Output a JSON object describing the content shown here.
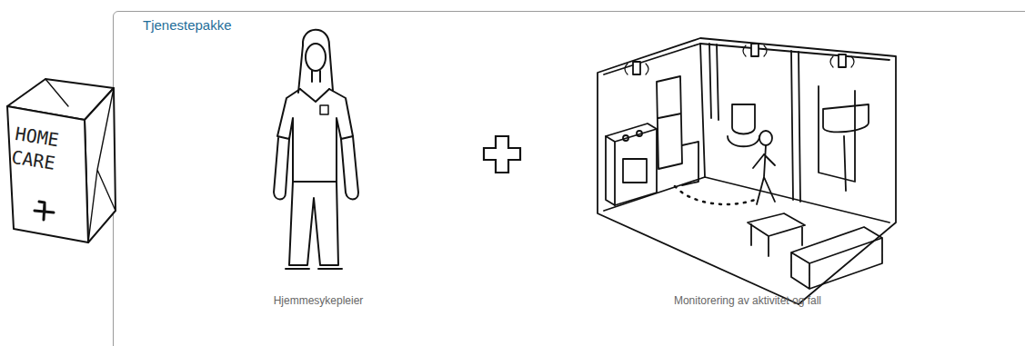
{
  "diagram": {
    "nodes": [
      {
        "text": [
          "HOME CARE"
        ]
      },
      {
        "text": [
          "Tjenestepakke"
        ]
      }
    ],
    "labels": [
      "Hjemmesykepleier",
      "Monitorering av aktivitet og fall"
    ]
  }
}
